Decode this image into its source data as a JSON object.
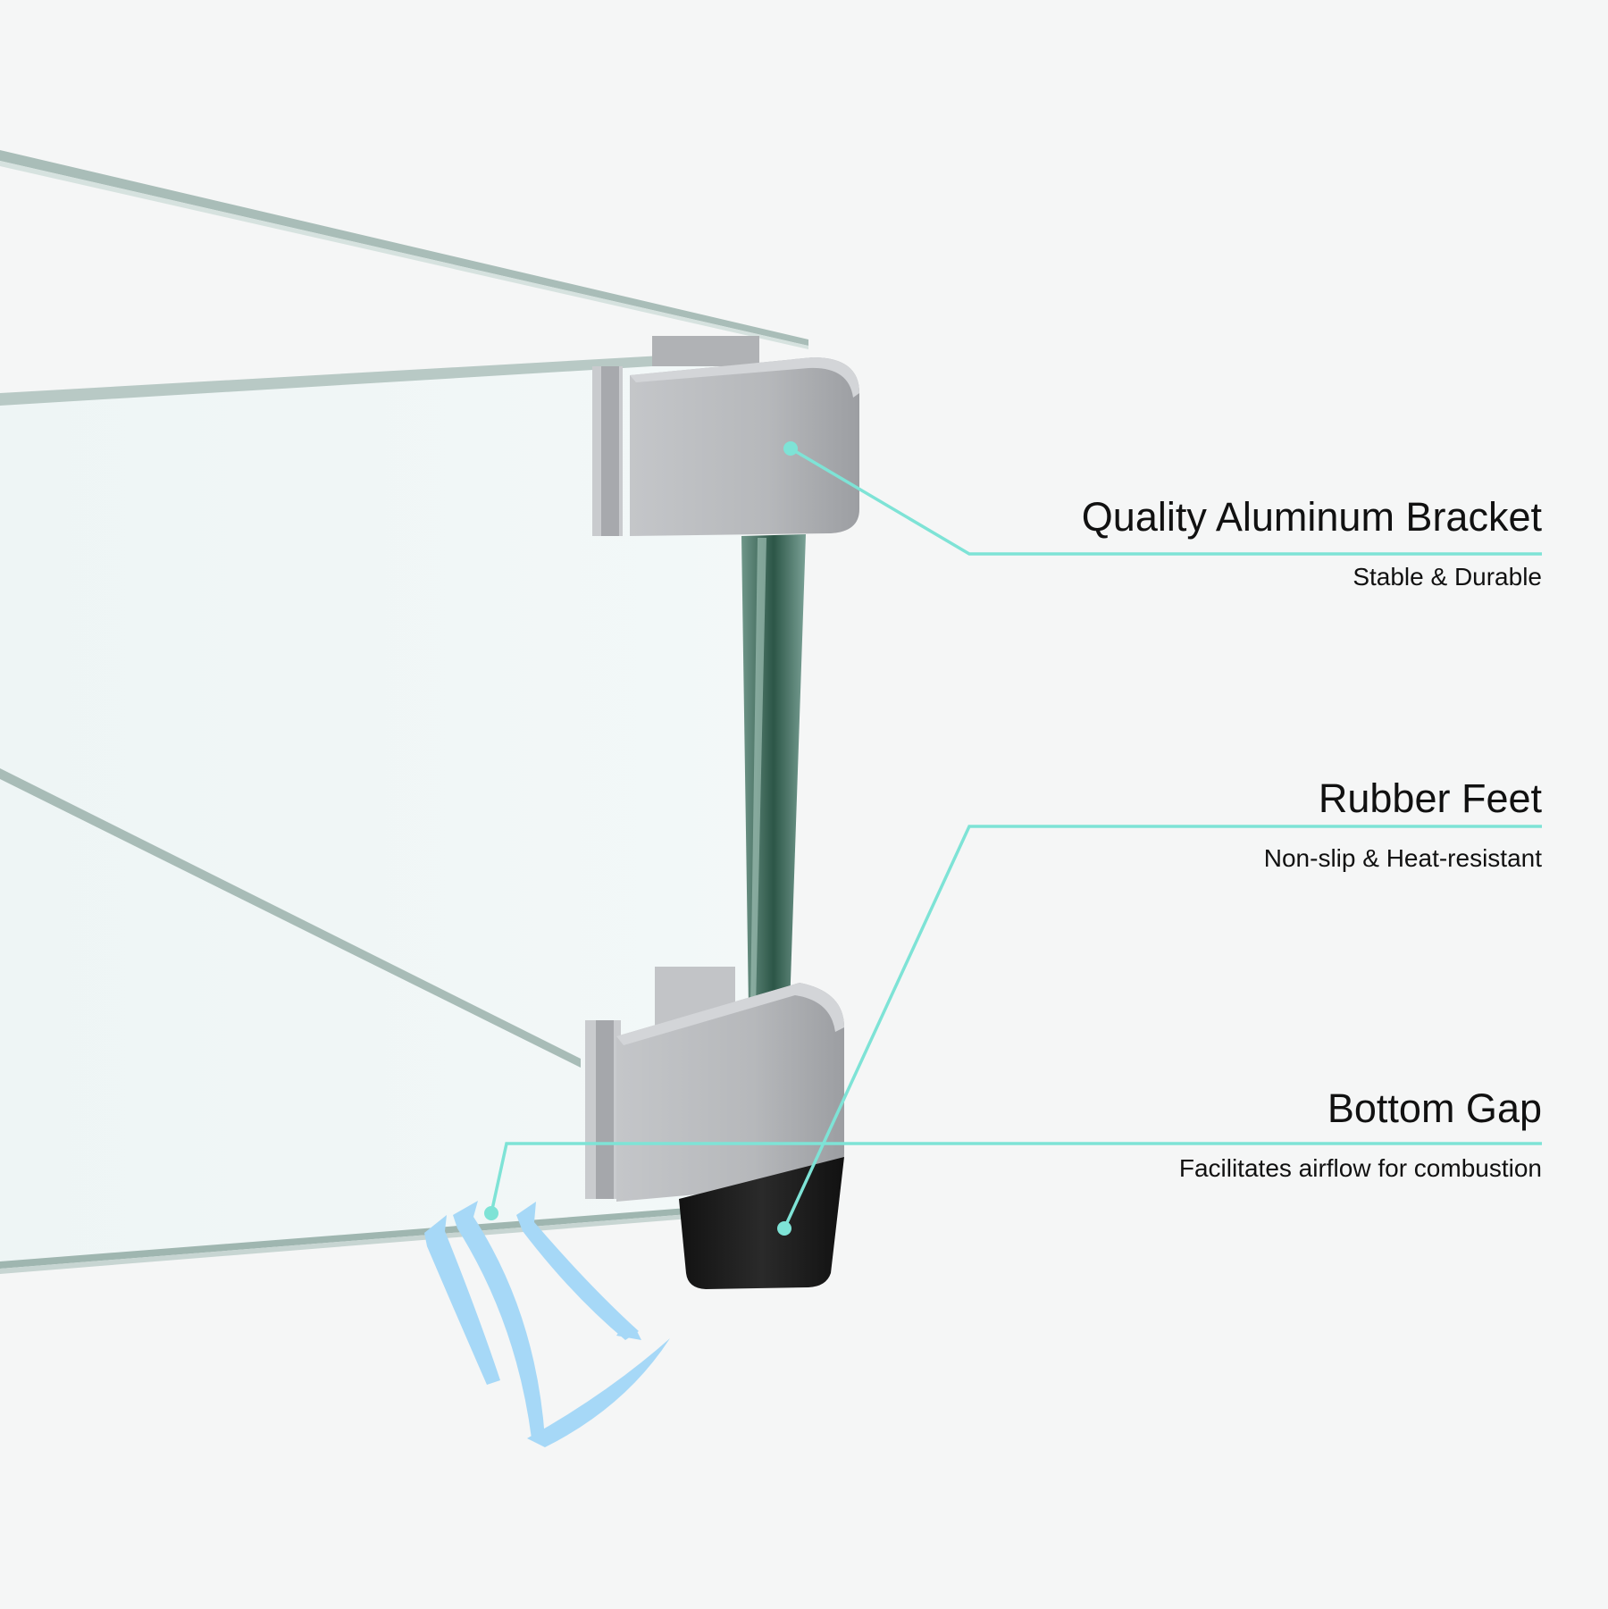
{
  "colors": {
    "background": "#f5f6f6",
    "callout_line": "#7ee3d6",
    "airflow_arrows": "#a6d8f7",
    "bracket": "#b3b5b8",
    "rubber_foot": "#1c1c1c",
    "glass_edge": "#2f5a4a"
  },
  "features": [
    {
      "title": "Quality Aluminum Bracket",
      "subtitle": "Stable & Durable"
    },
    {
      "title": "Rubber Feet",
      "subtitle": "Non-slip & Heat-resistant"
    },
    {
      "title": "Bottom Gap",
      "subtitle": "Facilitates airflow for combustion"
    }
  ]
}
